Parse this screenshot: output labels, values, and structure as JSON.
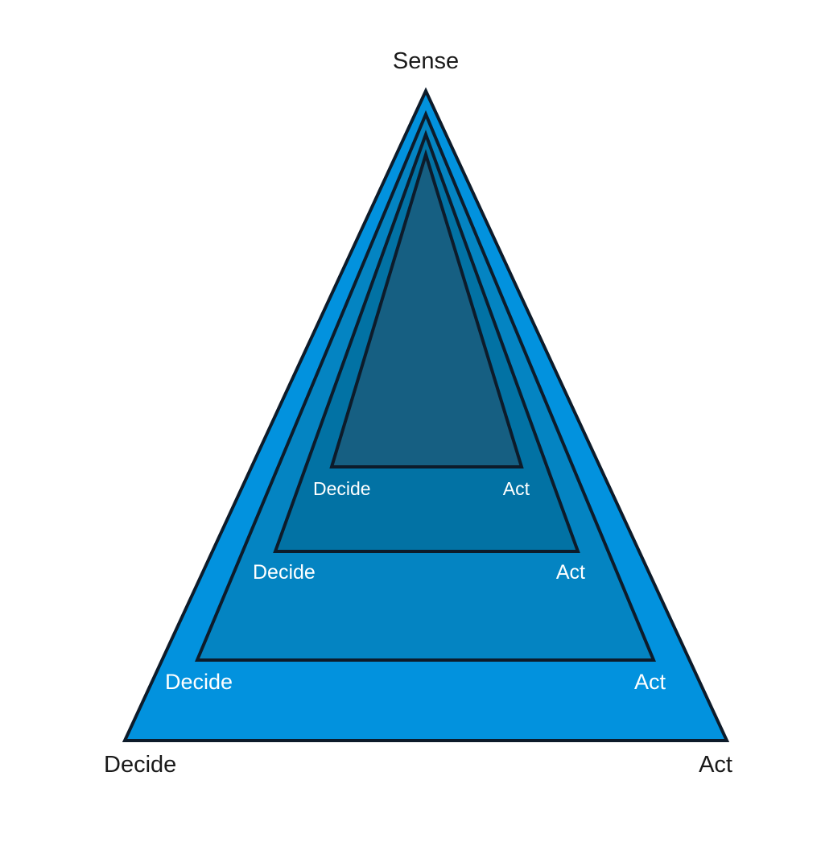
{
  "chart_data": {
    "type": "diagram",
    "title": "",
    "shape": "nested-triangles",
    "description": "Four concentric triangles sharing a common apex, each labelled Sense at the apex and Decide / Act at its two base corners.",
    "apex_label": "Sense",
    "colors": {
      "background": "#ffffff",
      "stroke": "#0d1b2a",
      "level_1_outer": "#0292de",
      "level_2": "#0484c2",
      "level_3": "#0272a4",
      "level_4_inner": "#165f82",
      "outer_label_text": "#1a1a1a",
      "inner_label_text": "#ffffff"
    },
    "levels": [
      {
        "index": 1,
        "name": "outermost-triangle",
        "fill": "#0292de",
        "label_color": "#1a1a1a",
        "left_label": "Decide",
        "right_label": "Act",
        "apex": [
          529,
          113
        ],
        "base_left": [
          155,
          920
        ],
        "base_right": [
          903,
          920
        ]
      },
      {
        "index": 2,
        "name": "second-triangle",
        "fill": "#0484c2",
        "label_color": "#ffffff",
        "left_label": "Decide",
        "right_label": "Act",
        "apex": [
          529,
          142
        ],
        "base_left": [
          245,
          820
        ],
        "base_right": [
          812,
          820
        ]
      },
      {
        "index": 3,
        "name": "third-triangle",
        "fill": "#0272a4",
        "label_color": "#ffffff",
        "left_label": "Decide",
        "right_label": "Act",
        "apex": [
          529,
          167
        ],
        "base_left": [
          342,
          685
        ],
        "base_right": [
          718,
          685
        ]
      },
      {
        "index": 4,
        "name": "innermost-triangle",
        "fill": "#165f82",
        "label_color": "#ffffff",
        "left_label": "Decide",
        "right_label": "Act",
        "apex": [
          529,
          192
        ],
        "base_left": [
          412,
          580
        ],
        "base_right": [
          648,
          580
        ]
      }
    ]
  },
  "diagram": {
    "apex": {
      "label": "Sense"
    },
    "outer": {
      "left_label": "Decide",
      "right_label": "Act"
    },
    "band3": {
      "left_label": "Decide",
      "right_label": "Act"
    },
    "band2": {
      "left_label": "Decide",
      "right_label": "Act"
    },
    "band1": {
      "left_label": "Decide",
      "right_label": "Act"
    }
  }
}
